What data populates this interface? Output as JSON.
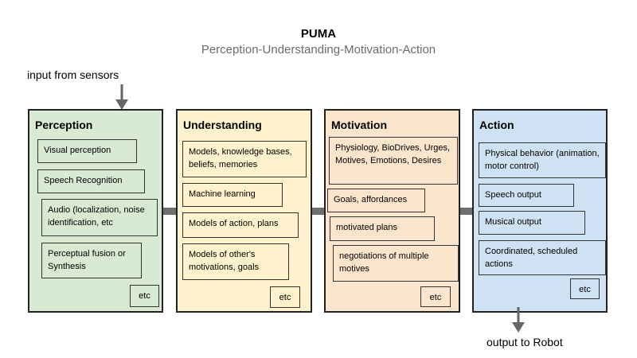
{
  "header": {
    "title": "PUMA",
    "subtitle": "Perception-Understanding-Motivation-Action"
  },
  "input_label": "input from sensors",
  "output_label": "output to Robot",
  "colors": {
    "perception": "#d9ead3",
    "understanding": "#fff2cc",
    "motivation": "#fce5cd",
    "action": "#cfe2f3",
    "connector": "#6e6e6e",
    "arrow": "#666666"
  },
  "columns": [
    {
      "title": "Perception",
      "items": [
        "Visual perception",
        "Speech Recognition",
        "Audio (localization, noise identification, etc",
        "Perceptual fusion or Synthesis"
      ],
      "etc": "etc"
    },
    {
      "title": "Understanding",
      "items": [
        "Models, knowledge bases, beliefs, memories",
        "Machine learning",
        "Models of action, plans",
        "Models of other's motivations, goals"
      ],
      "etc": "etc"
    },
    {
      "title": "Motivation",
      "items": [
        "Physiology, BioDrives, Urges, Motives, Emotions, Desires",
        "Goals, affordances",
        "motivated plans",
        "negotiations of multiple motives"
      ],
      "etc": "etc"
    },
    {
      "title": "Action",
      "items": [
        "Physical behavior (animation, motor control)",
        "Speech output",
        "Musical output",
        "Coordinated, scheduled actions"
      ],
      "etc": "etc"
    }
  ]
}
